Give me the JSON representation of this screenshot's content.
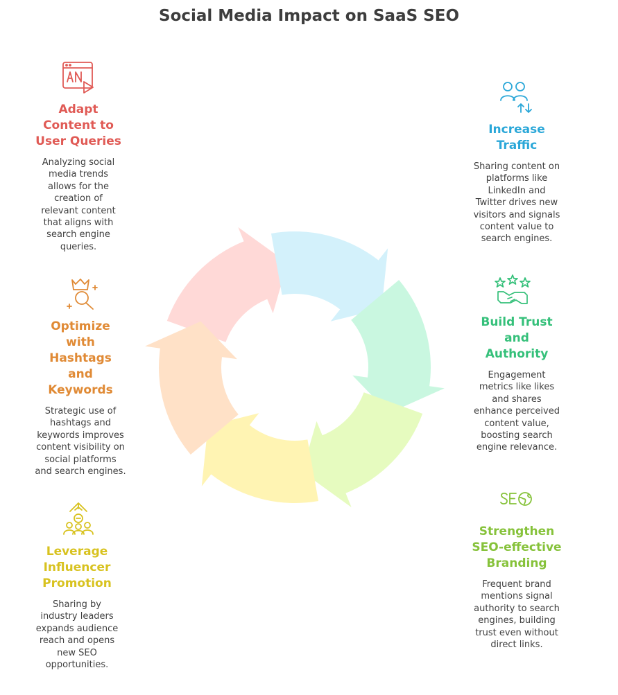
{
  "title": "Social Media Impact on SaaS SEO",
  "steps": [
    {
      "heading": "Adapt\nContent to\nUser Queries",
      "desc": "Analyzing social\nmedia trends\nallows for the\ncreation of\nrelevant content\nthat aligns with\nsearch engine\nqueries.",
      "color": "#e05a55",
      "fill": "#ffd9d7",
      "icon": "ad-video-icon"
    },
    {
      "heading": "Increase\nTraffic",
      "desc": "Sharing content on\nplatforms like\nLinkedIn and\nTwitter drives new\nvisitors and signals\ncontent value to\nsearch engines.",
      "color": "#2aa7d8",
      "fill": "#d3f1fb",
      "icon": "users-transfer-icon"
    },
    {
      "heading": "Build Trust\nand\nAuthority",
      "desc": "Engagement\nmetrics like likes\nand shares\nenhance perceived\ncontent value,\nboosting search\nengine relevance.",
      "color": "#35c07a",
      "fill": "#c9f7e0",
      "icon": "stars-handshake-icon"
    },
    {
      "heading": "Strengthen\nSEO-effective\nBranding",
      "desc": "Frequent brand\nmentions signal\nauthority to search\nengines, building\ntrust even without\ndirect links.",
      "color": "#86c23a",
      "fill": "#e6fbbf",
      "icon": "seo-globe-icon"
    },
    {
      "heading": "Leverage\nInfluencer\nPromotion",
      "desc": "Sharing by\nindustry leaders\nexpands audience\nreach and opens\nnew SEO\nopportunities.",
      "color": "#d8c21f",
      "fill": "#fff4b3",
      "icon": "influencer-group-icon"
    },
    {
      "heading": "Optimize\nwith\nHashtags\nand\nKeywords",
      "desc": "Strategic use of\nhashtags and\nkeywords improves\ncontent visibility on\nsocial platforms\nand search engines.",
      "color": "#e08a35",
      "fill": "#ffe1c7",
      "icon": "crown-search-icon"
    }
  ]
}
